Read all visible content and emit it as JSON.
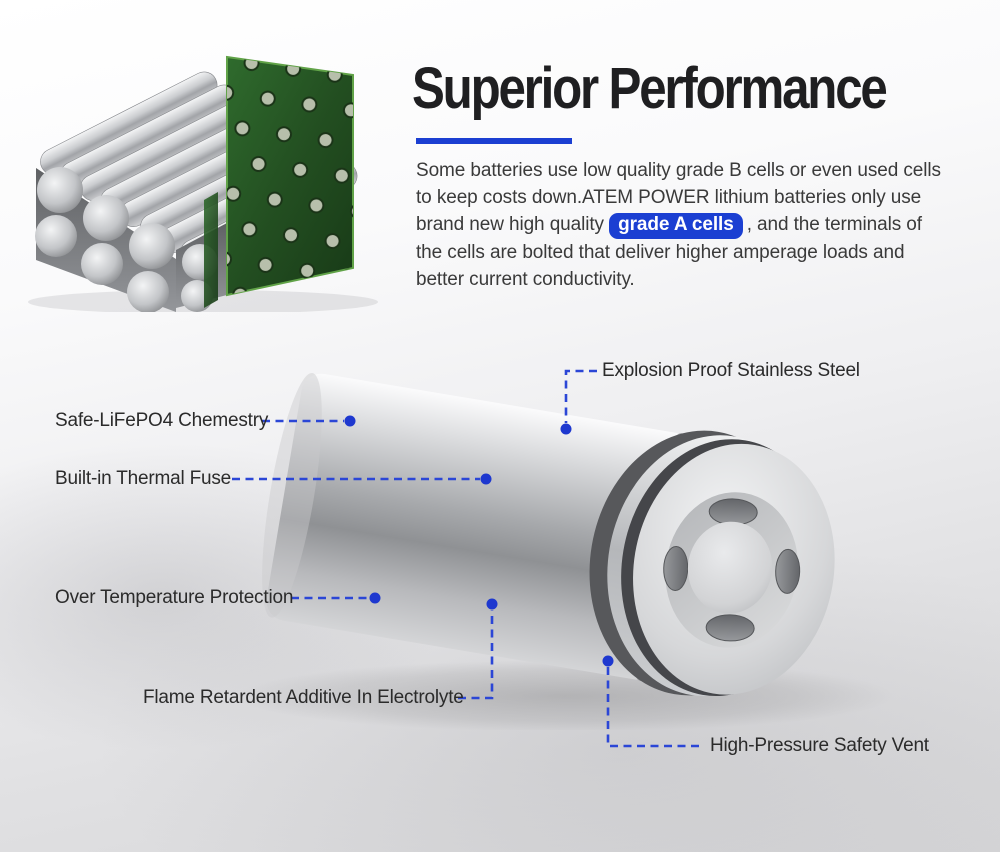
{
  "accent_color": "#1b3fd2",
  "line_color": "#2b46d6",
  "dot_color": "#1e38cf",
  "header": {
    "title": "Superior Performance",
    "description_part1": "Some batteries use low quality grade B cells or even used cells to keep costs down.ATEM POWER lithium batteries only use brand new high quality ",
    "description_highlight": "grade A cells",
    "description_part2": ", and the terminals of the cells are bolted that deliver higher amperage loads and better current conductivity."
  },
  "images": {
    "battery_pack": "lithium-battery-pack-3d-render",
    "battery_cell": "cylindrical-lifepo4-cell-3d-render"
  },
  "callouts": [
    {
      "id": "explosion-proof",
      "label": "Explosion Proof Stainless Steel"
    },
    {
      "id": "lifepo4-chemistry",
      "label": "Safe-LiFePO4 Chemestry"
    },
    {
      "id": "thermal-fuse",
      "label": "Built-in Thermal Fuse"
    },
    {
      "id": "over-temperature",
      "label": "Over Temperature Protection"
    },
    {
      "id": "flame-retardant",
      "label": "Flame Retardent Additive In Electrolyte"
    },
    {
      "id": "safety-vent",
      "label": "High-Pressure Safety Vent"
    }
  ]
}
